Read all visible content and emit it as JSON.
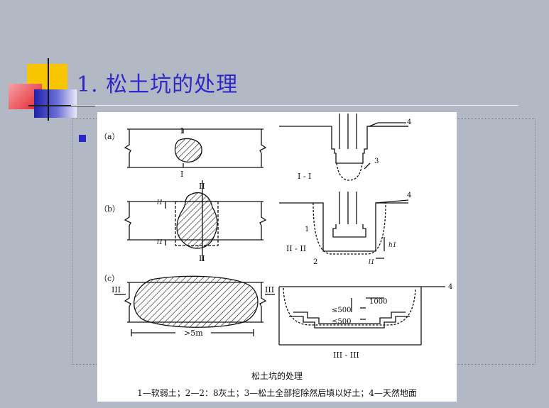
{
  "slide": {
    "title": "1. 松土坑的处理"
  },
  "figure": {
    "caption_title": "松土坑的处理",
    "caption_legend": "1—软弱土；2—2：8灰土；3—松土全部挖除然后填以好土；4—天然地面",
    "labels": {
      "a": "（a）",
      "b": "（b）",
      "c": "（c）",
      "sec_I_top": "I",
      "sec_I_bottom": "I",
      "sec_II_top": "II",
      "sec_II_bottom": "II",
      "sec_III_left": "III",
      "sec_III_right": "III",
      "view_I": "I - I",
      "view_II": "II - II",
      "view_III": "III - III",
      "l1_top": "l1",
      "l1_bottom": "l1",
      "h1": "h1",
      "l1_right": "l1",
      "dim_5m": ">5m",
      "dim_500_a": "≤500",
      "dim_500_b": "≤500",
      "dim_1000": "1000",
      "num_1": "1",
      "num_2": "2",
      "num_3": "3",
      "num_4a": "4",
      "num_4b": "4",
      "num_4c": "4"
    }
  },
  "colors": {
    "title": "#2f27c9",
    "background": "#b2b8c4",
    "bullet": "#2b26c9"
  }
}
